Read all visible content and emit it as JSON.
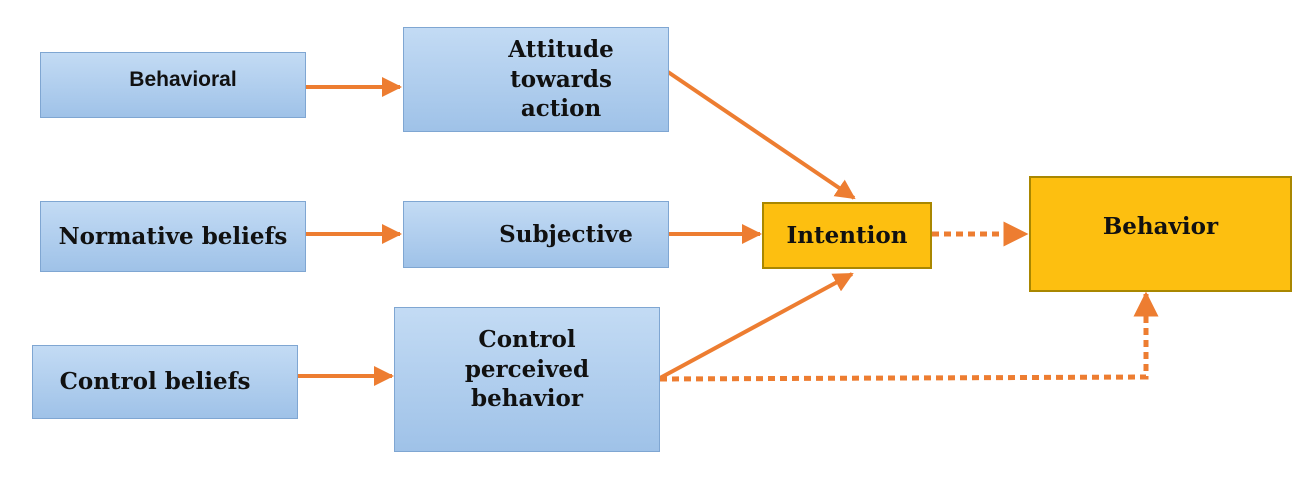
{
  "diagram": {
    "nodes": {
      "behavioral": "Behavioral",
      "attitude": "Attitude towards action",
      "normative_beliefs": "Normative beliefs",
      "subjective": "Subjective",
      "control_beliefs": "Control beliefs",
      "control_perceived": "Control perceived behavior",
      "intention": "Intention",
      "behavior": "Behavior"
    },
    "edges": [
      {
        "from": "behavioral",
        "to": "attitude",
        "style": "solid"
      },
      {
        "from": "normative_beliefs",
        "to": "subjective",
        "style": "solid"
      },
      {
        "from": "control_beliefs",
        "to": "control_perceived",
        "style": "solid"
      },
      {
        "from": "attitude",
        "to": "intention",
        "style": "solid"
      },
      {
        "from": "subjective",
        "to": "intention",
        "style": "solid"
      },
      {
        "from": "control_perceived",
        "to": "intention",
        "style": "solid"
      },
      {
        "from": "intention",
        "to": "behavior",
        "style": "dotted"
      },
      {
        "from": "control_perceived",
        "to": "behavior",
        "style": "dotted"
      }
    ],
    "colors": {
      "arrow": "#ed7d31",
      "node_blue": "#a9c8eb",
      "node_gold": "#fdbf10"
    }
  }
}
